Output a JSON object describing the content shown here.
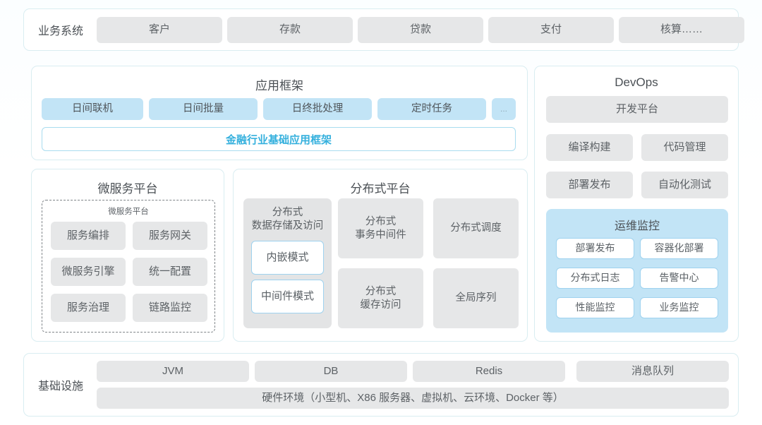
{
  "colors": {
    "panel_border": "#d9edf1",
    "grey_chip": "#e6e7e8",
    "blue_chip": "#c2e4f6",
    "accent_text": "#34b0dd",
    "body_text": "#5d6266",
    "dashed_border": "#7f8488",
    "white_chip_border": "#9ed2ef"
  },
  "business": {
    "label": "业务系统",
    "items": [
      {
        "label": "客户"
      },
      {
        "label": "存款"
      },
      {
        "label": "贷款"
      },
      {
        "label": "支付"
      },
      {
        "label": "核算……"
      }
    ]
  },
  "app_framework": {
    "title": "应用框架",
    "chips": [
      {
        "label": "日间联机"
      },
      {
        "label": "日间批量"
      },
      {
        "label": "日终批处理"
      },
      {
        "label": "定时任务"
      },
      {
        "label": "..."
      }
    ],
    "base_label": "金融行业基础应用框架"
  },
  "microservice": {
    "title": "微服务平台",
    "inner_title": "微服务平台",
    "items": [
      {
        "label": "服务编排"
      },
      {
        "label": "服务网关"
      },
      {
        "label": "微服务引擎"
      },
      {
        "label": "统一配置"
      },
      {
        "label": "服务治理"
      },
      {
        "label": "链路监控"
      }
    ]
  },
  "distributed": {
    "title": "分布式平台",
    "column1": {
      "title": "分布式\n数据存储及访问",
      "title_line1": "分布式",
      "title_line2": "数据存储及访问",
      "modes": [
        {
          "label": "内嵌模式"
        },
        {
          "label": "中间件模式"
        }
      ]
    },
    "cells": [
      {
        "line1": "分布式",
        "line2": "事务中间件"
      },
      {
        "line1": "分布式调度",
        "line2": ""
      },
      {
        "line1": "分布式",
        "line2": "缓存访问"
      },
      {
        "line1": "全局序列",
        "line2": ""
      }
    ]
  },
  "devops": {
    "title": "DevOps",
    "platform_label": "开发平台",
    "items": [
      {
        "label": "编译构建"
      },
      {
        "label": "代码管理"
      },
      {
        "label": "部署发布"
      },
      {
        "label": "自动化测试"
      }
    ],
    "ops": {
      "title": "运维监控",
      "items": [
        {
          "label": "部署发布"
        },
        {
          "label": "容器化部署"
        },
        {
          "label": "分布式日志"
        },
        {
          "label": "告警中心"
        },
        {
          "label": "性能监控"
        },
        {
          "label": "业务监控"
        }
      ]
    }
  },
  "infrastructure": {
    "label": "基础设施",
    "items": [
      {
        "label": "JVM"
      },
      {
        "label": "DB"
      },
      {
        "label": "Redis"
      },
      {
        "label": "消息队列"
      }
    ],
    "hardware_label": "硬件环境（小型机、X86 服务器、虚拟机、云环境、Docker 等）"
  }
}
